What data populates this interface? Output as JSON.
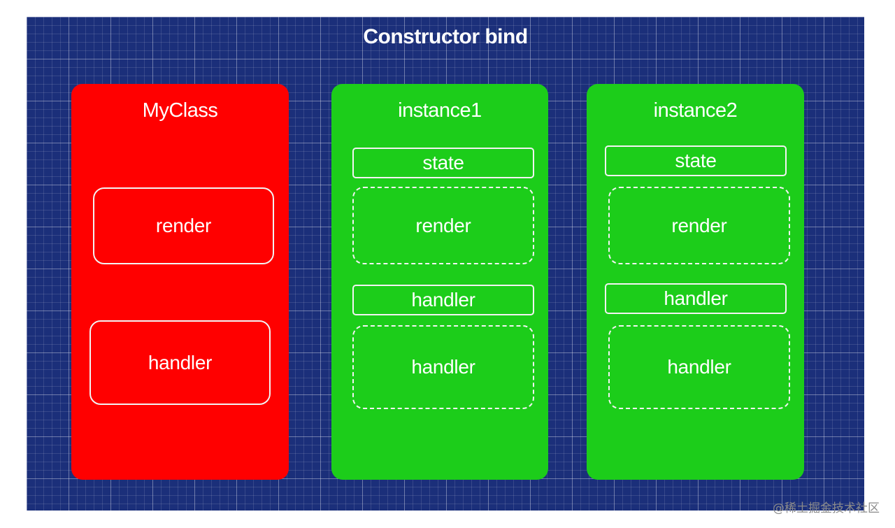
{
  "title": "Constructor bind",
  "colors": {
    "background": "#1b2f7a",
    "class_card": "#ff0000",
    "instance_card": "#1ccd1a",
    "border": "#f3f3f3",
    "text": "#ffffff"
  },
  "my_class": {
    "title": "MyClass",
    "render": "render",
    "handler": "handler"
  },
  "instance1": {
    "title": "instance1",
    "state": "state",
    "render": "render",
    "handler_prop": "handler",
    "handler": "handler"
  },
  "instance2": {
    "title": "instance2",
    "state": "state",
    "render": "render",
    "handler_prop": "handler",
    "handler": "handler"
  },
  "watermark": "@稀土掘金技术社区"
}
